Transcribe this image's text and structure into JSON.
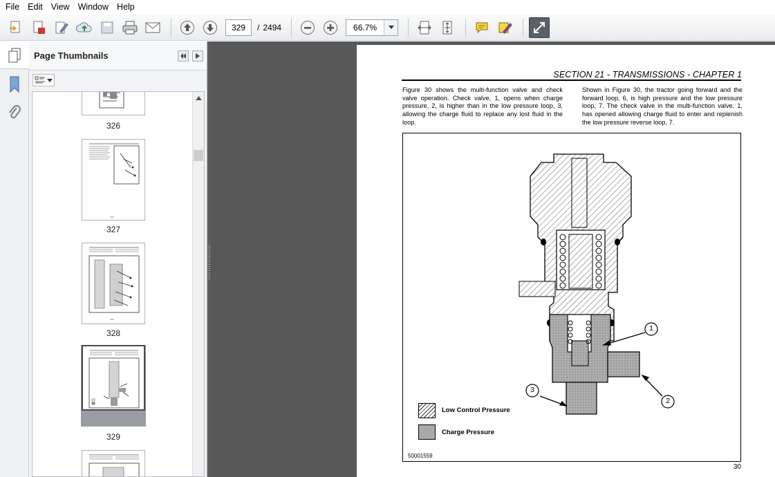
{
  "menu": {
    "items": [
      "File",
      "Edit",
      "View",
      "Window",
      "Help"
    ]
  },
  "toolbar": {
    "current_page": "329",
    "page_separator": "/",
    "total_pages": "2494",
    "zoom": "66.7%"
  },
  "panel": {
    "title": "Page Thumbnails",
    "thumbnails": [
      {
        "label": "326"
      },
      {
        "label": "327"
      },
      {
        "label": "328"
      },
      {
        "label": "329",
        "selected": true
      }
    ]
  },
  "document": {
    "section_title": "SECTION 21 - TRANSMISSIONS - CHAPTER 1",
    "left_text": "Figure 30 shows the multi-function valve and check valve operation. Check valve, 1, opens when charge pressure, 2, is higher than in the low pressure loop, 3, allowing the charge fluid to replace any lost fluid in the loop.",
    "right_text": "Shown in Figure 30, the tractor going forward and the forward loop, 6, is high pressure and the low pressure loop, 7. The check valve in the multi-function valve, 1, has opened allowing charge fluid to enter and replenish the low pressure reverse loop, 7.",
    "figure": {
      "legend": [
        {
          "label": "Low Control Pressure"
        },
        {
          "label": "Charge Pressure"
        }
      ],
      "callouts": [
        "1",
        "2",
        "3"
      ],
      "figure_id": "50001559"
    },
    "page_number": "30"
  },
  "colors": {
    "doc_background": "#585858",
    "charge_pressure": "#a9a9a9",
    "toolbar": "#e9ecef"
  }
}
